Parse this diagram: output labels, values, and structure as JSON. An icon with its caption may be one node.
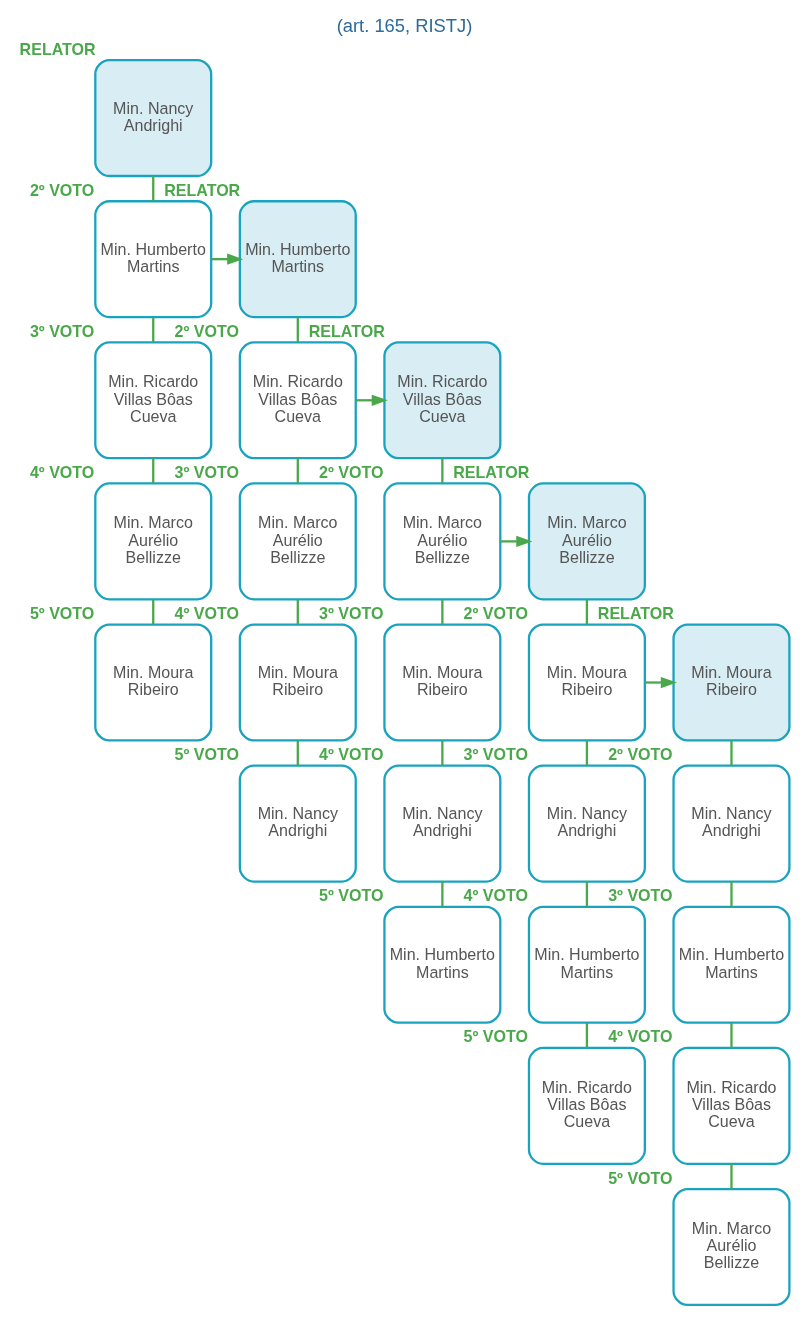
{
  "diagram": {
    "title": "(art. 165, RISTJ)",
    "nodes": [
      {
        "text": [
          "Min. Nancy Andrighi"
        ],
        "beside": [
          "RELATOR"
        ]
      },
      {
        "text": [
          "Min. Humberto Martins"
        ],
        "beside": [
          "2º VOTO"
        ]
      },
      {
        "text": [
          "Min. Ricardo Villas Bôas Cueva"
        ],
        "beside": [
          "3º VOTO"
        ]
      },
      {
        "text": [
          "Min. Marco Aurélio Bellizze"
        ],
        "beside": [
          "4º VOTO"
        ]
      },
      {
        "text": [
          "Min. Moura Ribeiro"
        ],
        "beside": [
          "5º VOTO"
        ]
      },
      {
        "text": [
          "Min. Humberto Martins"
        ],
        "beside": [
          "RELATOR"
        ]
      },
      {
        "text": [
          "Min. Ricardo Villas Bôas Cueva"
        ],
        "beside": [
          "2º VOTO"
        ]
      },
      {
        "text": [
          "Min. Marco Aurélio Bellizze"
        ],
        "beside": [
          "3º VOTO"
        ]
      },
      {
        "text": [
          "Min. Moura Ribeiro"
        ],
        "beside": [
          "4º VOTO"
        ]
      },
      {
        "text": [
          "Min. Nancy Andrighi"
        ],
        "beside": [
          "5º VOTO"
        ]
      },
      {
        "text": [
          "Min. Ricardo Villas Bôas Cueva"
        ],
        "beside": [
          "RELATOR"
        ]
      },
      {
        "text": [
          "Min. Marco Aurélio Bellizze"
        ],
        "beside": [
          "2º VOTO"
        ]
      },
      {
        "text": [
          "Min. Moura Ribeiro"
        ],
        "beside": [
          "3º VOTO"
        ]
      },
      {
        "text": [
          "Min. Nancy Andrighi"
        ],
        "beside": [
          "4º VOTO"
        ]
      },
      {
        "text": [
          "Min. Humberto Martins"
        ],
        "beside": [
          "5º VOTO"
        ]
      },
      {
        "text": [
          "Min. Marco Aurélio Bellizze"
        ],
        "beside": [
          "RELATOR"
        ]
      },
      {
        "text": [
          "Min. Moura Ribeiro"
        ],
        "beside": [
          "2º VOTO"
        ]
      },
      {
        "text": [
          "Min. Nancy Andrighi"
        ],
        "beside": [
          "3º VOTO"
        ]
      },
      {
        "text": [
          "Min. Humberto Martins"
        ],
        "beside": [
          "4º VOTO"
        ]
      },
      {
        "text": [
          "Min. Ricardo Villas Bôas Cueva"
        ],
        "beside": [
          "5º VOTO"
        ]
      },
      {
        "text": [
          "Min. Moura Ribeiro"
        ],
        "beside": [
          "RELATOR"
        ]
      },
      {
        "text": [
          "Min. Nancy Andrighi"
        ],
        "beside": [
          "2º VOTO"
        ]
      },
      {
        "text": [
          "Min. Humberto Martins"
        ],
        "beside": [
          "3º VOTO"
        ]
      },
      {
        "text": [
          "Min. Ricardo Villas Bôas Cueva"
        ],
        "beside": [
          "4º VOTO"
        ]
      },
      {
        "text": [
          "Min. Marco Aurélio Bellizze"
        ],
        "beside": [
          "5º VOTO"
        ]
      }
    ],
    "edges": [
      {
        "from": 0,
        "to": 1,
        "arrow": "none"
      },
      {
        "from": 1,
        "to": 2,
        "arrow": "none"
      },
      {
        "from": 2,
        "to": 3,
        "arrow": "none"
      },
      {
        "from": 3,
        "to": 4,
        "arrow": "none"
      },
      {
        "from": 1,
        "to": 5,
        "arrow": "to"
      },
      {
        "from": 5,
        "to": 6,
        "arrow": "none"
      },
      {
        "from": 6,
        "to": 7,
        "arrow": "none"
      },
      {
        "from": 7,
        "to": 8,
        "arrow": "none"
      },
      {
        "from": 8,
        "to": 9,
        "arrow": "none"
      },
      {
        "from": 6,
        "to": 10,
        "arrow": "to"
      },
      {
        "from": 10,
        "to": 11,
        "arrow": "none"
      },
      {
        "from": 11,
        "to": 12,
        "arrow": "none"
      },
      {
        "from": 12,
        "to": 13,
        "arrow": "none"
      },
      {
        "from": 13,
        "to": 14,
        "arrow": "none"
      },
      {
        "from": 11,
        "to": 15,
        "arrow": "to"
      },
      {
        "from": 15,
        "to": 16,
        "arrow": "none"
      },
      {
        "from": 16,
        "to": 17,
        "arrow": "none"
      },
      {
        "from": 17,
        "to": 18,
        "arrow": "none"
      },
      {
        "from": 18,
        "to": 19,
        "arrow": "none"
      },
      {
        "from": 16,
        "to": 20,
        "arrow": "to"
      },
      {
        "from": 20,
        "to": 21,
        "arrow": "none"
      },
      {
        "from": 21,
        "to": 22,
        "arrow": "none"
      },
      {
        "from": 22,
        "to": 23,
        "arrow": "none"
      },
      {
        "from": 23,
        "to": 24,
        "arrow": "none"
      }
    ]
  }
}
